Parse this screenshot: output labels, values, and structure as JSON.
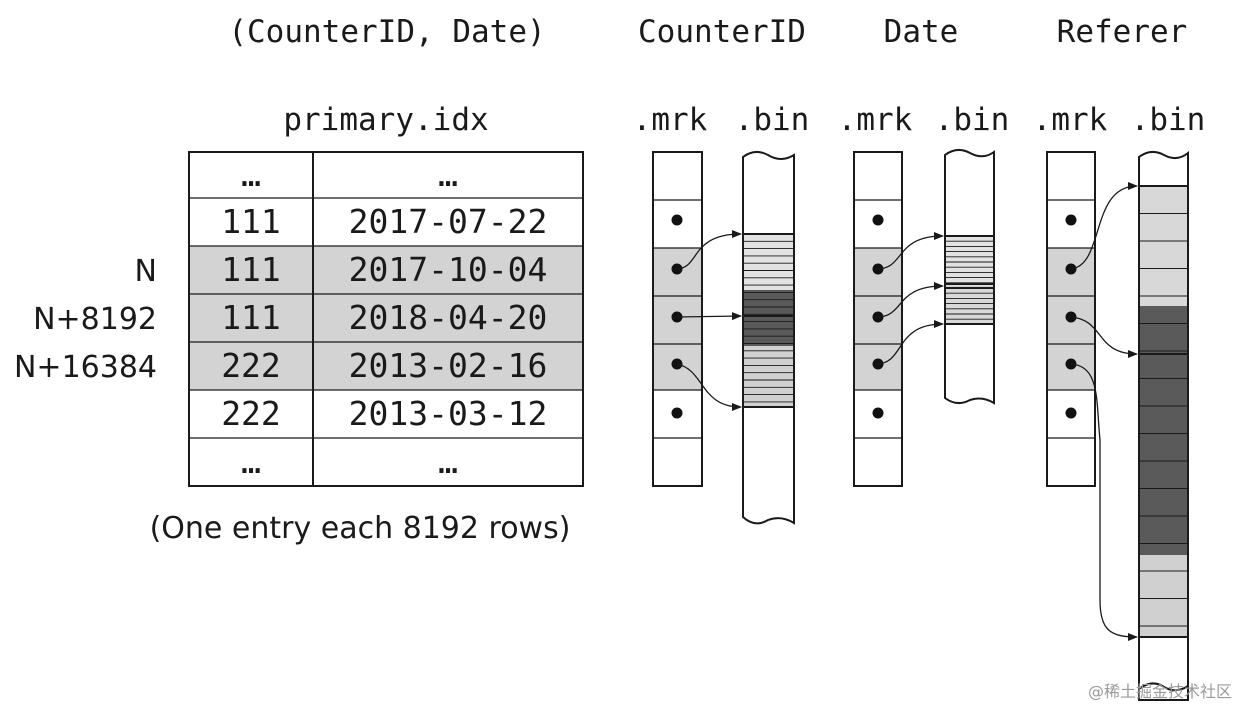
{
  "headers": {
    "key": "(CounterID, Date)",
    "counterid": "CounterID",
    "date": "Date",
    "referer": "Referer",
    "primary_idx": "primary.idx",
    "mrk": ".mrk",
    "bin": ".bin"
  },
  "index_table": {
    "rows": [
      {
        "label": "",
        "id": "…",
        "date": "…",
        "shaded": false
      },
      {
        "label": "",
        "id": "111",
        "date": "2017-07-22",
        "shaded": false
      },
      {
        "label": "N",
        "id": "111",
        "date": "2017-10-04",
        "shaded": true
      },
      {
        "label": "N+8192",
        "id": "111",
        "date": "2018-04-20",
        "shaded": true
      },
      {
        "label": "N+16384",
        "id": "222",
        "date": "2013-02-16",
        "shaded": true
      },
      {
        "label": "",
        "id": "222",
        "date": "2013-03-12",
        "shaded": false
      },
      {
        "label": "",
        "id": "…",
        "date": "…",
        "shaded": false
      }
    ]
  },
  "footnote": "(One entry each 8192 rows)",
  "watermark": "@稀土掘金技术社区",
  "colors": {
    "shade": "#d3d3d3",
    "dark_block": "#5a5a5a",
    "light_block": "#d0d0d0",
    "line": "#1a1a1a"
  }
}
